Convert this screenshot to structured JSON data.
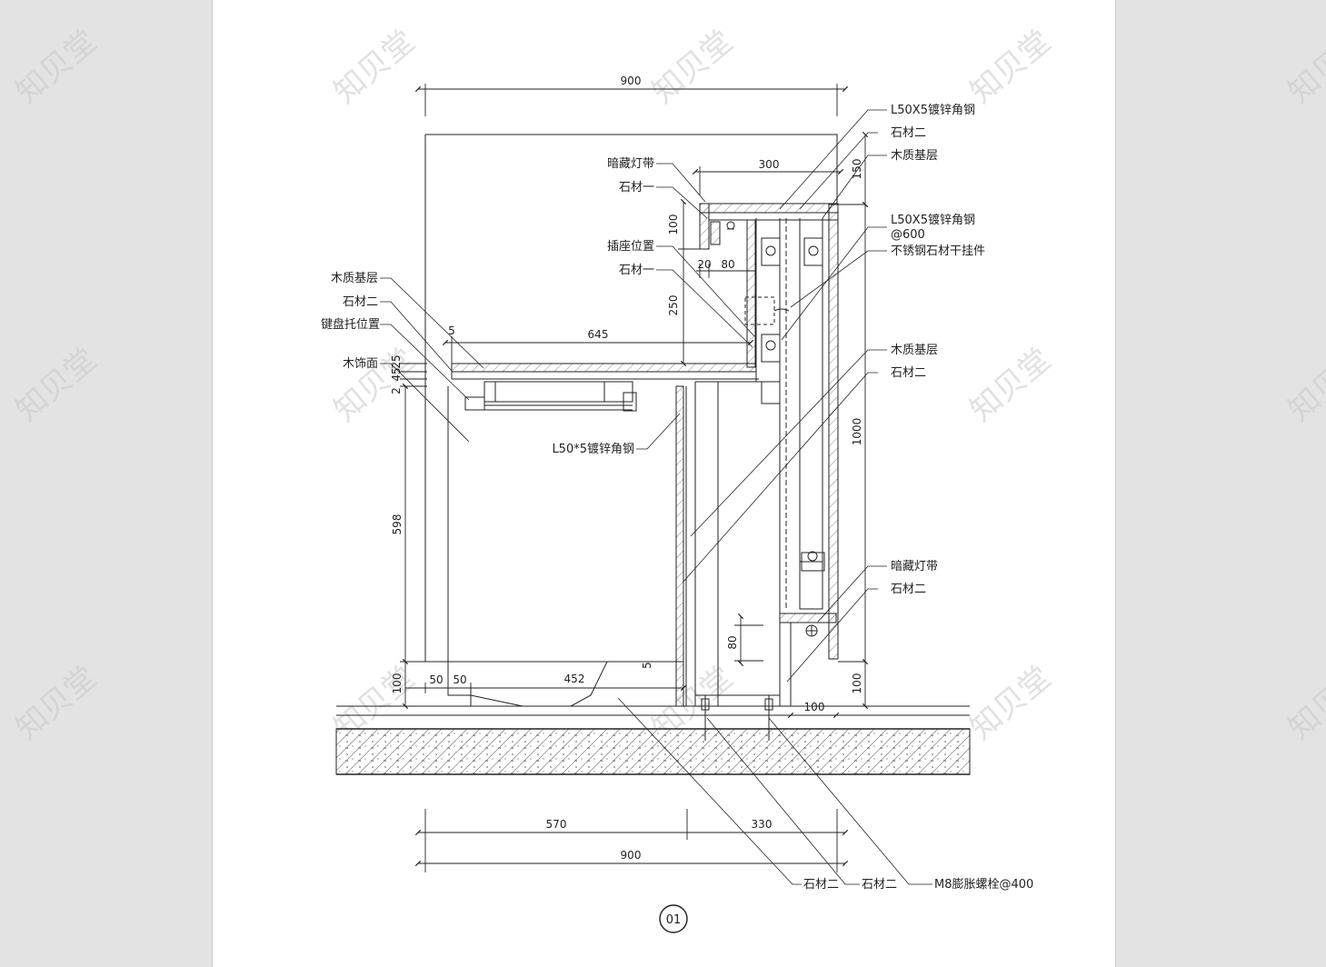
{
  "watermark": "知贝堂",
  "sheet_number": "01",
  "dimensions": {
    "top_width": "900",
    "canopy_width": "300",
    "canopy_height": "150",
    "canopy_drop": "100",
    "shelf_20": "20",
    "shelf_80": "80",
    "drop_250": "250",
    "depth_645": "645",
    "slab_5": "5",
    "slab_45": "45",
    "slab_25": "25",
    "slab_2": "2",
    "height_598": "598",
    "base_100_left": "100",
    "toe_50_a": "50",
    "toe_50_b": "50",
    "toe_452": "452",
    "gap_5": "5",
    "block_80": "80",
    "right_1000": "1000",
    "base_100_right": "100",
    "base_100_bottom": "100",
    "bottom_570": "570",
    "bottom_330": "330",
    "bottom_900": "900"
  },
  "labels": {
    "angle_steel_top": "L50X5镀锌角钢",
    "stone_two_top": "石材二",
    "wood_base_top": "木质基层",
    "angle_steel_600_a": "L50X5镀锌角钢",
    "angle_steel_600_b": "@600",
    "stainless_hanger": "不锈钢石材干挂件",
    "wood_base_mid": "木质基层",
    "stone_two_mid": "石材二",
    "hidden_light_right": "暗藏灯带",
    "stone_two_right": "石材二",
    "hidden_light_left": "暗藏灯带",
    "stone_one_top": "石材一",
    "socket": "插座位置",
    "stone_one_mid": "石材一",
    "wood_base_left": "木质基层",
    "stone_two_left": "石材二",
    "keyboard_tray": "键盘托位置",
    "wood_finish": "木饰面",
    "angle_steel_l50": "L50*5镀锌角钢",
    "stone_two_bottom_a": "石材二",
    "stone_two_bottom_b": "石材二",
    "bolt": "M8膨胀螺栓@400"
  },
  "colors": {
    "background": "#e3e3e3",
    "sheet": "#ffffff",
    "line": "#222222",
    "watermark": "#c9c9c9"
  }
}
